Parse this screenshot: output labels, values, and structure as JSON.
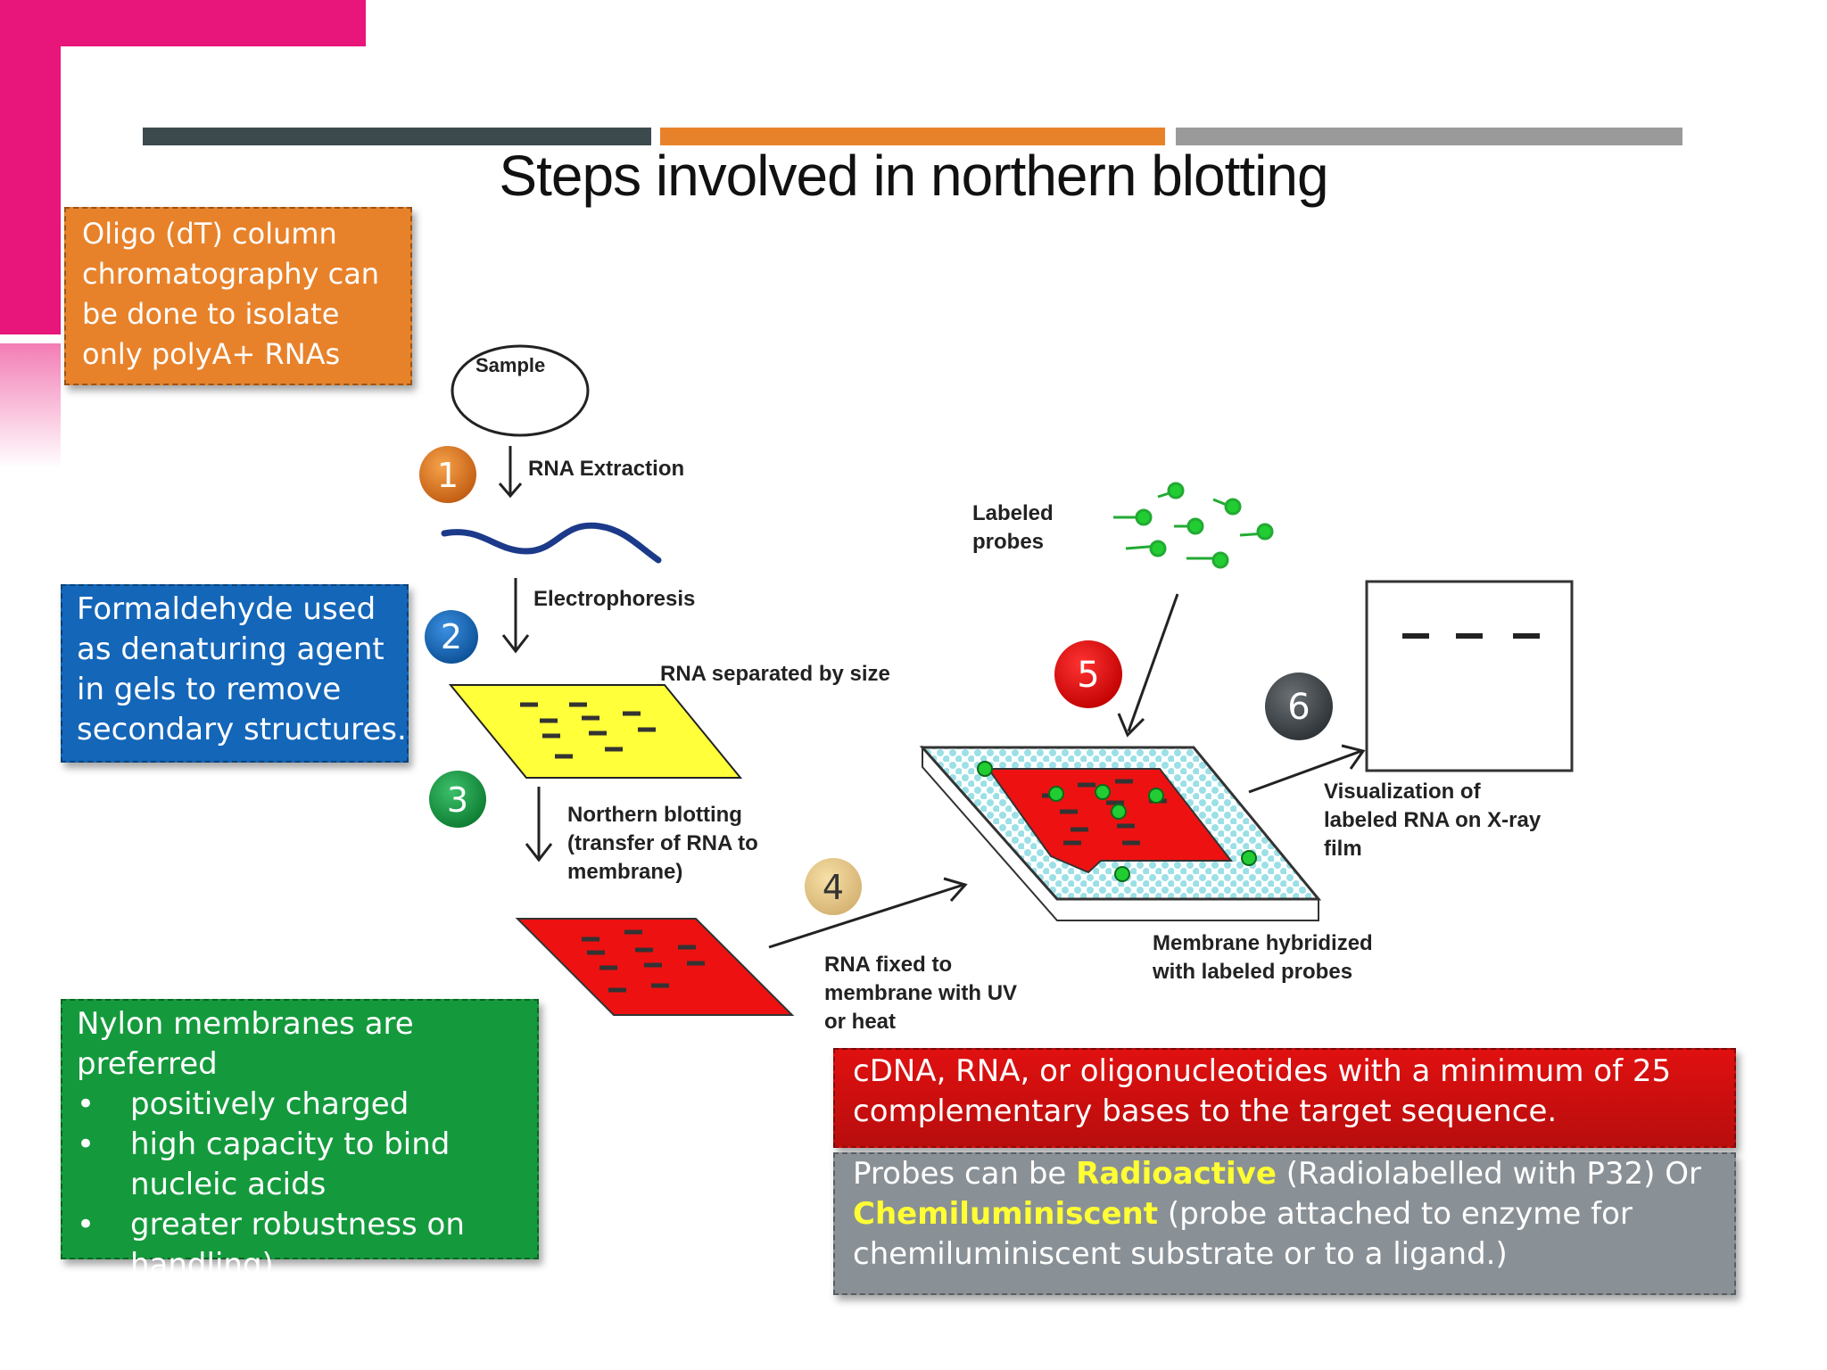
{
  "title": "Steps involved in northern blotting",
  "colors": {
    "magenta": "#e8157a",
    "orange": "#e8822a",
    "blue": "#1466b8",
    "green": "#149a3c",
    "red": "#dd1111",
    "gray": "#8a9196",
    "highlight": "#ffff33"
  },
  "notes": {
    "oligo": [
      "Oligo (dT) column",
      "chromatography can",
      "be done to isolate",
      "only polyA+ RNAs"
    ],
    "formaldehyde": [
      "Formaldehyde used",
      "as denaturing agent",
      "in gels to remove",
      "secondary structures."
    ],
    "nylon": {
      "intro": [
        "Nylon membranes are",
        "preferred"
      ],
      "bullets": [
        "positively charged",
        "high capacity to bind",
        "nucleic acids",
        "greater robustness on",
        "handling)"
      ]
    },
    "probes_def": [
      "cDNA, RNA, or oligonucleotides with a minimum of 25",
      "complementary bases to the target sequence."
    ],
    "probes_type": {
      "lead": "Probes can be",
      "radio": "Radioactive",
      "radio_rest": "(Radiolabelled with P32) Or",
      "chemi": "Chemiluminiscent",
      "chemi_rest": "(probe attached to enzyme for",
      "line3": "chemiluminiscent substrate or to a ligand.)"
    }
  },
  "diagram": {
    "sample": "Sample",
    "rna_extraction": "RNA Extraction",
    "electrophoresis": "Electrophoresis",
    "rna_separated": "RNA separated by size",
    "northern_blotting": [
      "Northern blotting",
      "(transfer of RNA to",
      "membrane)"
    ],
    "rna_fixed": [
      "RNA fixed to",
      "membrane with UV",
      "or heat"
    ],
    "labeled_probes": [
      "Labeled",
      "probes"
    ],
    "membrane_hybridized": [
      "Membrane hybridized",
      "with labeled probes"
    ],
    "visualization": [
      "Visualization of",
      "labeled RNA on X-ray",
      "film"
    ],
    "steps": [
      "1",
      "2",
      "3",
      "4",
      "5",
      "6"
    ]
  }
}
